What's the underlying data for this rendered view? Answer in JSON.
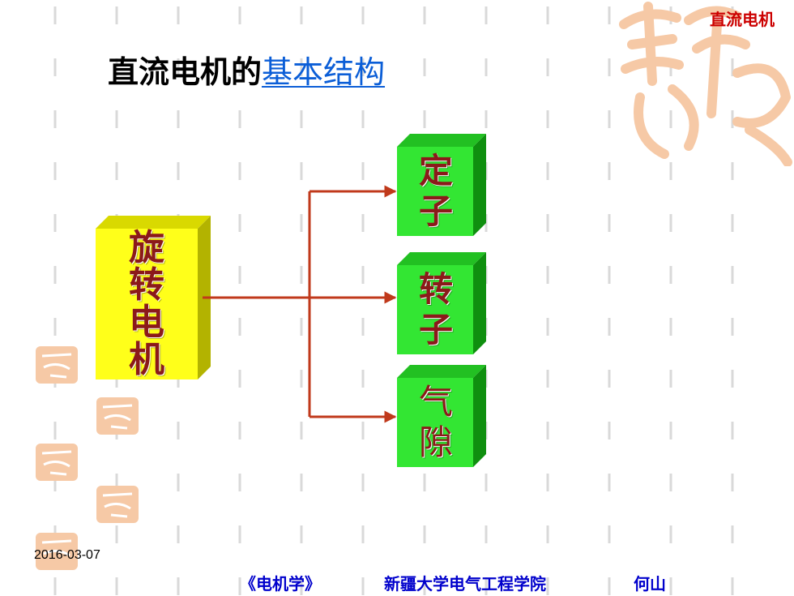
{
  "header": {
    "course_label": "直流电机"
  },
  "title": {
    "prefix": "直流电机的",
    "link_text": "基本结构"
  },
  "diagram": {
    "root": {
      "label": "旋转电机",
      "lines": [
        "旋",
        "转",
        "电",
        "机"
      ]
    },
    "children": [
      {
        "label": "定子",
        "lines": [
          "定",
          "子"
        ]
      },
      {
        "label": "转子",
        "lines": [
          "转",
          "子"
        ]
      },
      {
        "label": "气隙",
        "lines": [
          "气",
          "隙"
        ]
      }
    ]
  },
  "footer": {
    "date": "2016-03-07",
    "book": "《电机学》",
    "school": "新疆大学电气工程学院",
    "author": "何山"
  },
  "colors": {
    "root_box_face": "#ffff1a",
    "root_box_side": "#b3b300",
    "child_box_face": "#33e633",
    "child_box_side": "#0f8f0f",
    "connector": "#c0391b",
    "header_text": "#cc0000",
    "footer_text": "#0000cc",
    "link": "#0b5ed7",
    "box_text": "#8b1a1a",
    "seal": "#f6c9a6"
  }
}
